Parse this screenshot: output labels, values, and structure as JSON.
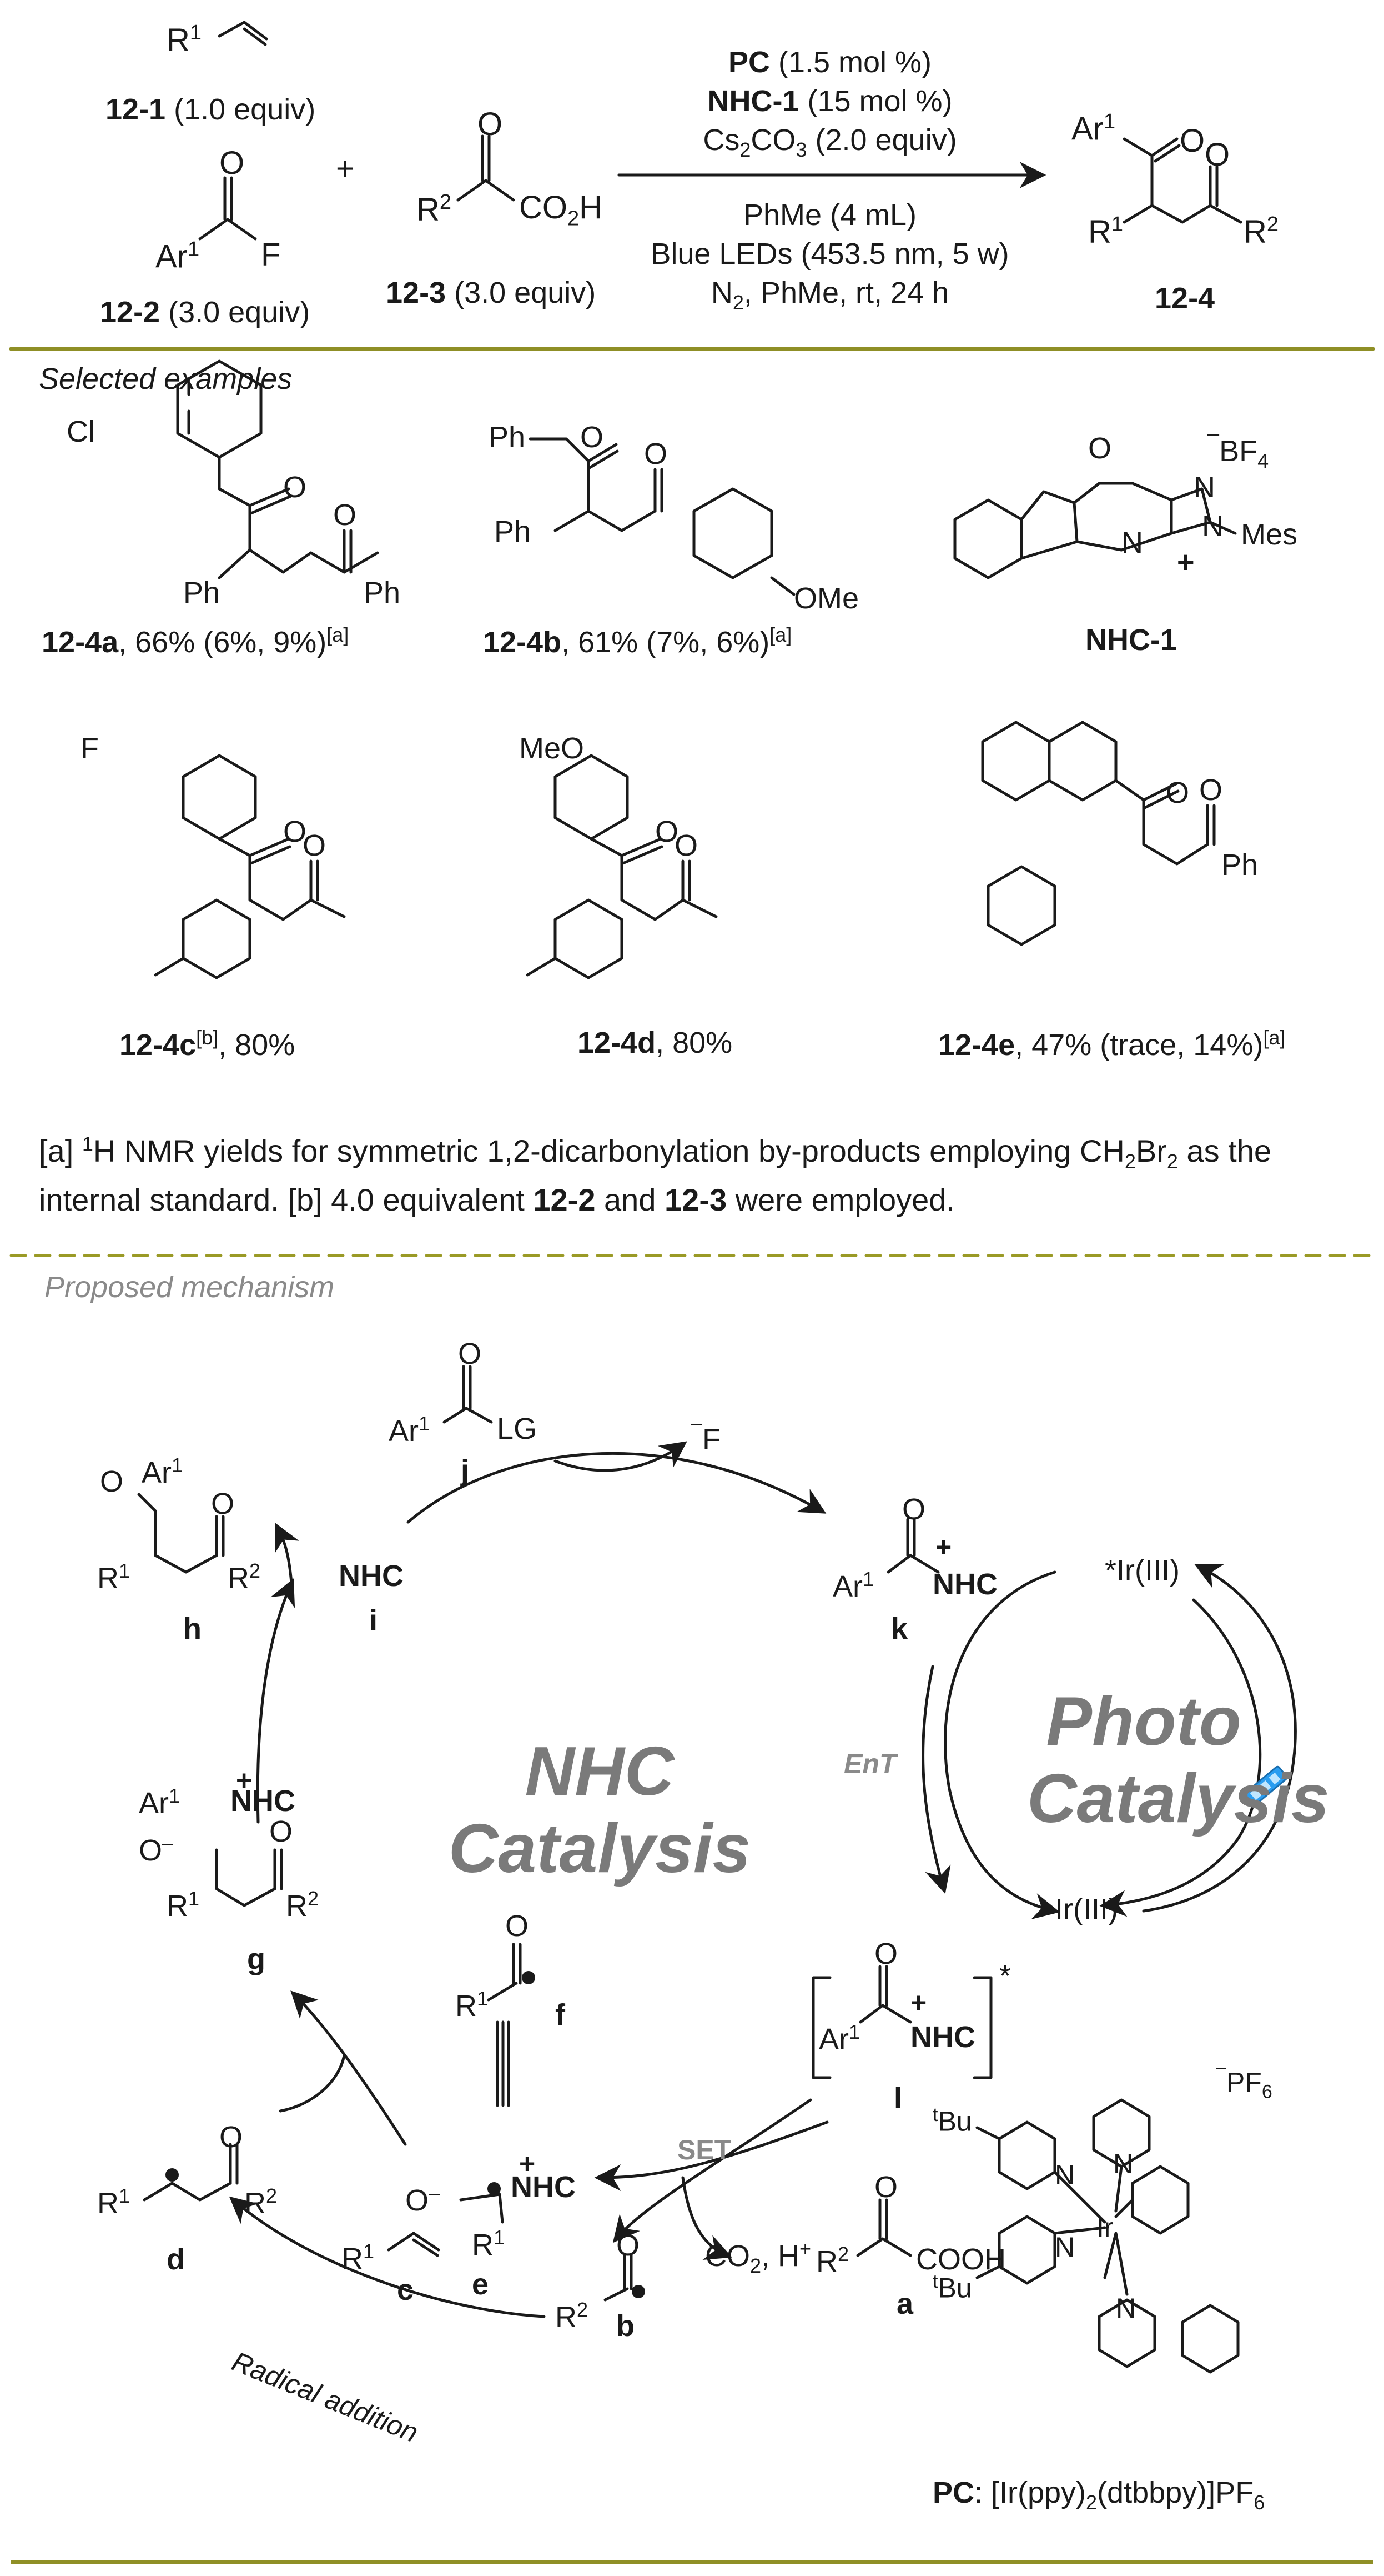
{
  "reaction": {
    "substrate1": {
      "r": "R",
      "r_sup": "1",
      "id": "12-1",
      "equiv": " (1.0 equiv)"
    },
    "substrate2": {
      "ar": "Ar",
      "ar_sup": "1",
      "f": "F",
      "o": "O",
      "id": "12-2",
      "equiv": " (3.0 equiv)"
    },
    "plus": "+",
    "substrate3": {
      "r": "R",
      "r_sup": "2",
      "acid": "CO",
      "acid_sub": "2",
      "acid_end": "H",
      "o": "O",
      "id": "12-3",
      "equiv": " (3.0 equiv)"
    },
    "conditions": {
      "pc_label": "PC",
      "pc_amount": " (1.5 mol %)",
      "nhc_label": "NHC-1",
      "nhc_amount": " (15 mol %)",
      "base": "Cs",
      "base_sub1": "2",
      "base_mid": "CO",
      "base_sub2": "3",
      "base_amount": " (2.0 equiv)",
      "solvent": "PhMe (4 mL)",
      "light": "Blue LEDs (453.5 nm, 5 w)",
      "atmosphere": "N",
      "atmosphere_sub": "2",
      "atmosphere_rest": ", PhMe, rt, 24 h"
    },
    "product": {
      "ar": "Ar",
      "ar_sup": "1",
      "r1": "R",
      "r1_sup": "1",
      "r2": "R",
      "r2_sup": "2",
      "id": "12-4"
    }
  },
  "examples": {
    "heading": "Selected examples",
    "items": [
      {
        "id": "12-4a",
        "sup": "",
        "yield": ", 66% (6%, 9%)",
        "note": "[a]"
      },
      {
        "id": "12-4b",
        "sup": "",
        "yield": ", 61% (7%, 6%)",
        "note": "[a]"
      },
      {
        "id": "NHC-1",
        "sup": "",
        "yield": "",
        "note": ""
      },
      {
        "id": "12-4c",
        "sup": "[b]",
        "yield": ", 80%",
        "note": ""
      },
      {
        "id": "12-4d",
        "sup": "",
        "yield": ", 80%",
        "note": ""
      },
      {
        "id": "12-4e",
        "sup": "",
        "yield": ", 47% (trace, 14%)",
        "note": "[a]"
      }
    ],
    "atom_labels": {
      "cl": "Cl",
      "f": "F",
      "meo": "MeO",
      "ome": "OMe",
      "ph": "Ph",
      "o": "O",
      "n": "N",
      "bf4": "BF",
      "bf4_sub": "4",
      "minus": "–",
      "plus": "+",
      "mes": "Mes"
    }
  },
  "footnote": {
    "a_marker": "[a] ",
    "a_sup": "1",
    "a_text": "H NMR yields for symmetric 1,2-dicarbonylation by-products employing CH",
    "a_sub1": "2",
    "a_text2": "Br",
    "a_sub2": "2",
    "a_text3": " as the internal standard. [b] 4.0 equivalent ",
    "a_bold1": "12-2",
    "a_and": " and ",
    "a_bold2": "12-3",
    "a_end": " were employed."
  },
  "mechanism": {
    "heading": "Proposed mechanism",
    "nhc_cycle_line1": "NHC",
    "nhc_cycle_line2": "Catalysis",
    "photo_cycle_line1": "Photo",
    "photo_cycle_line2": "Catalysis",
    "ent": "EnT",
    "set": "SET",
    "radical_addition": "Radical addition",
    "fluoride": "F",
    "fluoride_charge": "–",
    "co2": "CO",
    "co2_sub": "2",
    "co2_rest": ", H",
    "h_plus": "+",
    "ir_excited": "*Ir(III)",
    "ir_ground": "Ir(III)",
    "species_labels": [
      "a",
      "b",
      "c",
      "d",
      "e",
      "f",
      "g",
      "h",
      "i",
      "j",
      "k",
      "l"
    ],
    "nhc": "NHC",
    "lg": "LG",
    "cooh": "COOH",
    "star": "*"
  },
  "photocatalyst": {
    "label": "PC",
    "formula_pre": ": [Ir(ppy)",
    "formula_sub1": "2",
    "formula_mid": "(dtbbpy)]PF",
    "formula_sub2": "6",
    "tbu": "Bu",
    "tbu_sup": "t",
    "pf6": "PF",
    "pf6_sub": "6",
    "ir": "Ir"
  },
  "colors": {
    "rule": "#8f8f26",
    "dash": "#9a9a26",
    "cycle_text": "#7a7a7a",
    "led": "#2a9df0",
    "ink": "#1a1a1a"
  }
}
